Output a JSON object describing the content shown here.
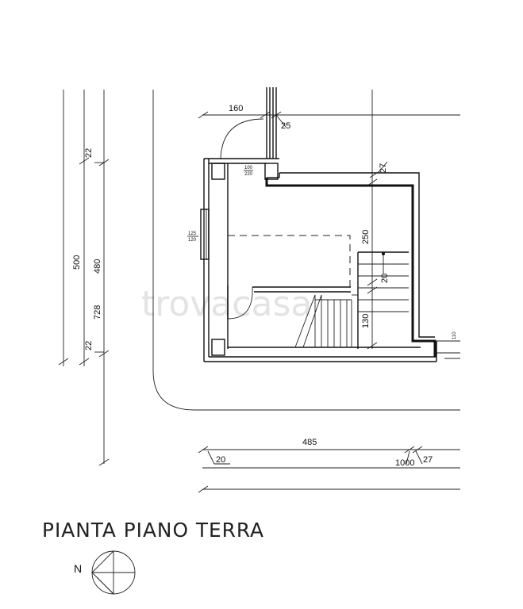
{
  "title": "PIANTA PIANO TERRA",
  "north_label": "N",
  "watermark": "trovacasa",
  "dimensions": {
    "top_width": "160",
    "door_wall": "25",
    "wall_right": "27",
    "window_top": "100\n220",
    "window_left": "125\n120",
    "height_right": "250",
    "step": "20",
    "stair_height": "130",
    "right_small": "110",
    "left_22a": "22",
    "left_500": "500",
    "left_480": "480",
    "left_728": "728",
    "left_22b": "22",
    "bottom_485": "485",
    "bottom_20": "20",
    "bottom_1000": "1000",
    "bottom_27": "27"
  }
}
